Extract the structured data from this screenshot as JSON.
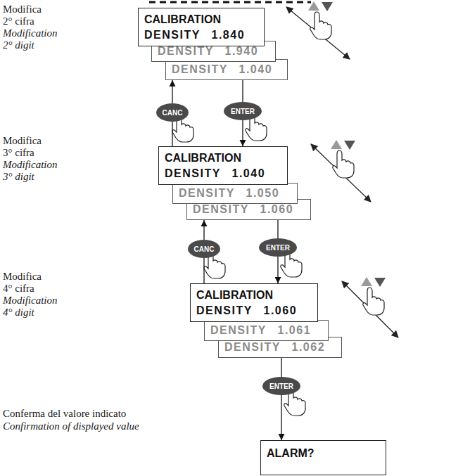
{
  "diagram": {
    "nodes": [
      {
        "text": [
          "CALIBRATION",
          "DENSITY 1.840"
        ]
      },
      {
        "text": [
          "DENSITY 1.940"
        ]
      },
      {
        "text": [
          "DENSITY 1.040"
        ]
      },
      {
        "text": [
          "CANC"
        ]
      },
      {
        "text": [
          "ENTER"
        ]
      },
      {
        "text": [
          "CALIBRATION",
          "DENSITY 1.040"
        ]
      },
      {
        "text": [
          "DENSITY 1.050"
        ]
      },
      {
        "text": [
          "DENSITY 1.060"
        ]
      },
      {
        "text": [
          "CANC"
        ]
      },
      {
        "text": [
          "ENTER"
        ]
      },
      {
        "text": [
          "CALIBRATION",
          "DENSITY 1.060"
        ]
      },
      {
        "text": [
          "DENSITY 1.061"
        ]
      },
      {
        "text": [
          "DENSITY 1.062"
        ]
      },
      {
        "text": [
          "ENTER"
        ]
      },
      {
        "text": [
          "ALARM?"
        ]
      }
    ],
    "edges": [
      {
        "from": 2,
        "to": 4,
        "arrow": "none"
      },
      {
        "from": 4,
        "to": 5,
        "arrow": "to"
      },
      {
        "from": 5,
        "to": 3,
        "arrow": "none"
      },
      {
        "from": 3,
        "to": 2,
        "arrow": "to"
      },
      {
        "from": 7,
        "to": 9,
        "arrow": "none"
      },
      {
        "from": 9,
        "to": 10,
        "arrow": "to"
      },
      {
        "from": 10,
        "to": 8,
        "arrow": "none"
      },
      {
        "from": 8,
        "to": 7,
        "arrow": "to"
      },
      {
        "from": 12,
        "to": 13,
        "arrow": "none"
      },
      {
        "from": 13,
        "to": 14,
        "arrow": "to"
      }
    ],
    "labels": [
      "Modifica 2° cifra",
      "Modification 2° digit",
      "Modifica 3° cifra",
      "Modification 3° digit",
      "Modifica 4° cifra",
      "Modification 4° digit",
      "Conferma del valore indicato",
      "Confirmation of displayed value"
    ]
  }
}
